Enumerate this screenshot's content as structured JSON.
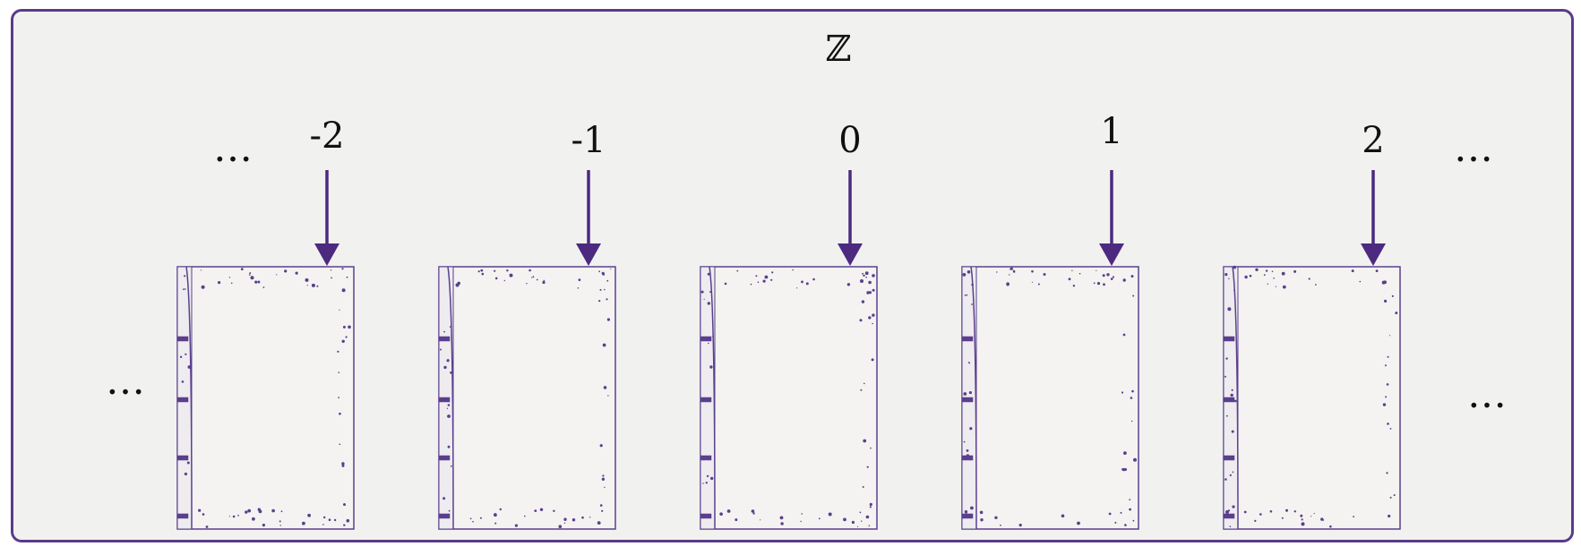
{
  "diagram": {
    "title": "ℤ",
    "ellipsis": "…",
    "items": [
      {
        "label": "-2"
      },
      {
        "label": "-1"
      },
      {
        "label": "0"
      },
      {
        "label": "1"
      },
      {
        "label": "2"
      }
    ],
    "colors": {
      "frame": "#5a3b8a",
      "arrow": "#4b2a80",
      "background": "#f1f1f0",
      "book_page": "#f4f3f1",
      "book_edge": "#5b3f8e"
    },
    "icons": {
      "book": "notebook-icon",
      "arrow": "arrow-down-icon"
    }
  }
}
